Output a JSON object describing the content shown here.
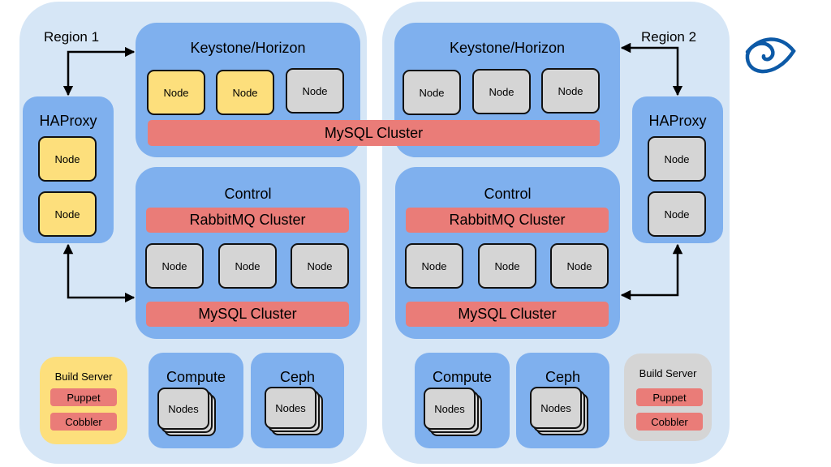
{
  "diagram": {
    "regions": [
      {
        "label": "Region 1",
        "keystone": {
          "title": "Keystone/Horizon",
          "nodes": [
            "Node",
            "Node",
            "Node"
          ],
          "node_colors": [
            "yellow",
            "yellow",
            "grey"
          ]
        },
        "haproxy": {
          "title": "HAProxy",
          "nodes": [
            "Node",
            "Node"
          ],
          "node_colors": [
            "yellow",
            "yellow"
          ]
        },
        "control": {
          "title": "Control",
          "rabbitmq": "RabbitMQ Cluster",
          "nodes": [
            "Node",
            "Node",
            "Node"
          ],
          "mysql": "MySQL Cluster"
        },
        "compute": {
          "title": "Compute",
          "nodes": "Nodes"
        },
        "ceph": {
          "title": "Ceph",
          "nodes": "Nodes"
        },
        "build_server": {
          "title": "Build Server",
          "items": [
            "Puppet",
            "Cobbler"
          ],
          "color": "yellow"
        }
      },
      {
        "label": "Region 2",
        "keystone": {
          "title": "Keystone/Horizon",
          "nodes": [
            "Node",
            "Node",
            "Node"
          ],
          "node_colors": [
            "grey",
            "grey",
            "grey"
          ]
        },
        "haproxy": {
          "title": "HAProxy",
          "nodes": [
            "Node",
            "Node"
          ],
          "node_colors": [
            "grey",
            "grey"
          ]
        },
        "control": {
          "title": "Control",
          "rabbitmq": "RabbitMQ Cluster",
          "nodes": [
            "Node",
            "Node",
            "Node"
          ],
          "mysql": "MySQL Cluster"
        },
        "compute": {
          "title": "Compute",
          "nodes": "Nodes"
        },
        "ceph": {
          "title": "Ceph",
          "nodes": "Nodes"
        },
        "build_server": {
          "title": "Build Server",
          "items": [
            "Puppet",
            "Cobbler"
          ],
          "color": "grey"
        }
      }
    ],
    "shared_mysql": "MySQL Cluster",
    "logo_icon": "spiral-eye-logo-icon",
    "colors": {
      "region_bg": "#d6e6f6",
      "group_bg": "#7fb0ee",
      "active_node": "#fddf7c",
      "standby_node": "#d5d5d5",
      "cluster_bar": "#ea7c78",
      "logo": "#0d5aa7"
    }
  }
}
